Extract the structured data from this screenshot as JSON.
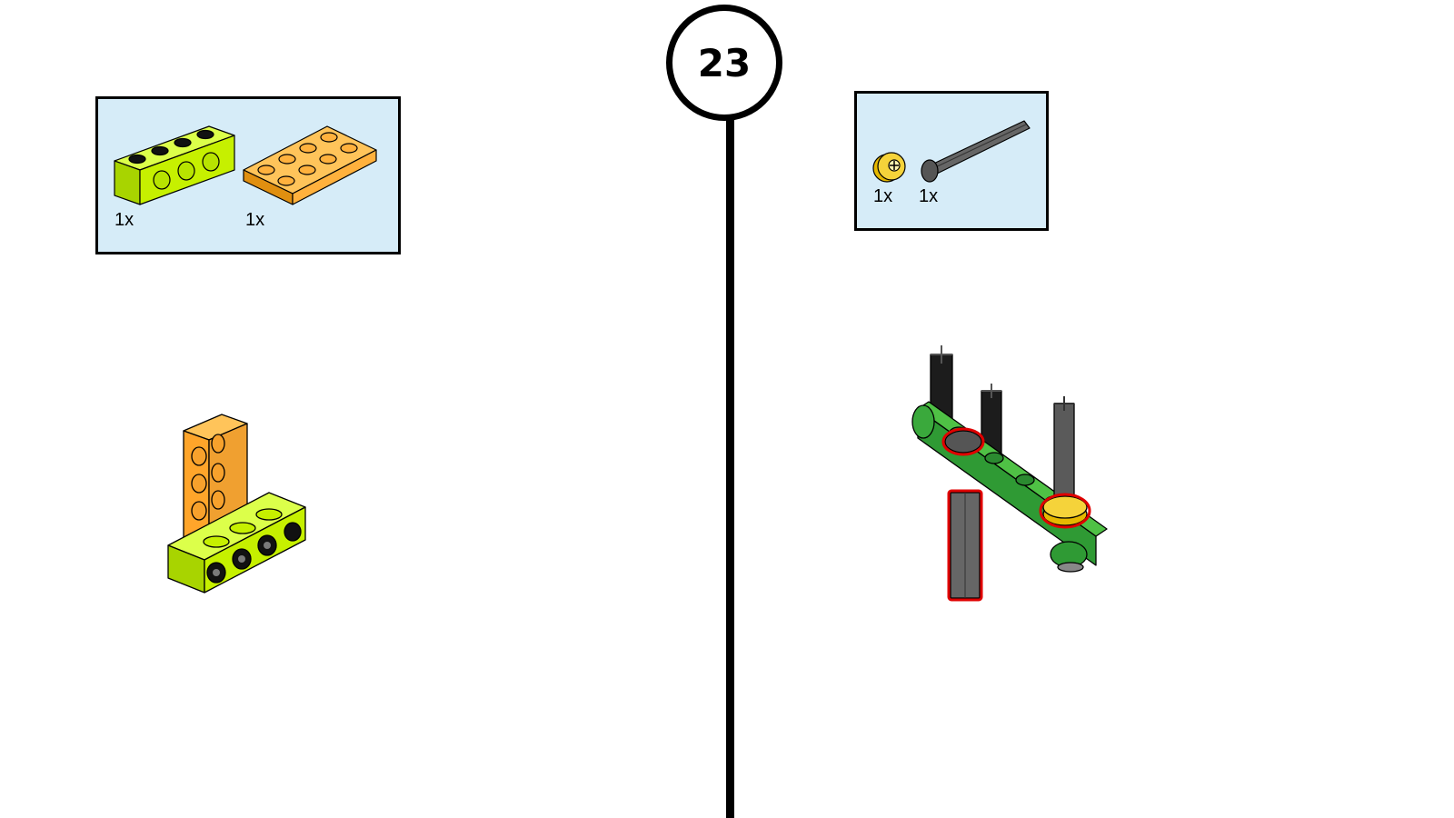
{
  "step": {
    "number": "23"
  },
  "left": {
    "parts": [
      {
        "icon": "lime-technic-brick-1x4-icon",
        "qty": "1x",
        "color": "#c6f000"
      },
      {
        "icon": "orange-plate-2x4-icon",
        "qty": "1x",
        "color": "#ffb13d"
      }
    ]
  },
  "right": {
    "parts": [
      {
        "icon": "yellow-bush-icon",
        "qty": "1x",
        "color": "#f5d33a"
      },
      {
        "icon": "gray-axle-with-stop-icon",
        "qty": "1x",
        "color": "#555555"
      }
    ],
    "highlight_color": "#e00000"
  }
}
